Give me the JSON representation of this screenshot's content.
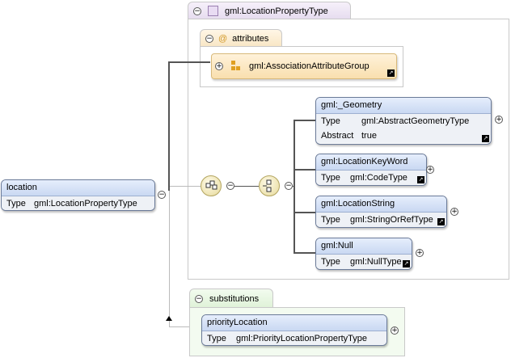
{
  "complex_type": {
    "title": "gml:LocationPropertyType",
    "toggle": "⊖"
  },
  "attributes": {
    "title": "attributes",
    "icon": "@",
    "group": "gml:AssociationAttributeGroup"
  },
  "location": {
    "name": "location",
    "type_key": "Type",
    "type_value": "gml:LocationPropertyType"
  },
  "choice_items": [
    {
      "name": "gml:_Geometry",
      "rows": [
        {
          "k": "Type",
          "v": "gml:AbstractGeometryType"
        },
        {
          "k": "Abstract",
          "v": "true"
        }
      ]
    },
    {
      "name": "gml:LocationKeyWord",
      "rows": [
        {
          "k": "Type",
          "v": "gml:CodeType"
        }
      ]
    },
    {
      "name": "gml:LocationString",
      "rows": [
        {
          "k": "Type",
          "v": "gml:StringOrRefType"
        }
      ]
    },
    {
      "name": "gml:Null",
      "rows": [
        {
          "k": "Type",
          "v": "gml:NullType"
        }
      ]
    }
  ],
  "substitutions": {
    "title": "substitutions",
    "name": "priorityLocation",
    "type_key": "Type",
    "type_value": "gml:PriorityLocationPropertyType"
  },
  "colors": {
    "complex_tab": "#ece4f2",
    "attr_tab": "#fdf0d8",
    "subst_tab": "#e8f5e4",
    "element_head": "#c9d8f2"
  }
}
